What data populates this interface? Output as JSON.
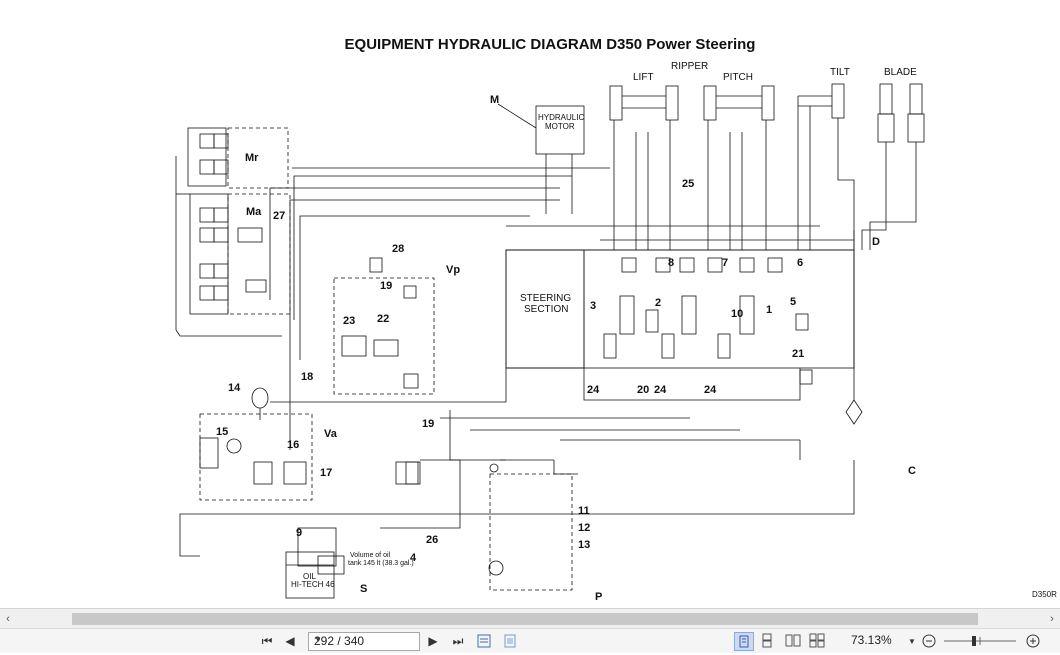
{
  "document": {
    "title": "EQUIPMENT HYDRAULIC DIAGRAM D350 Power Steering",
    "figure_code": "D350R",
    "labels": {
      "ripper": "RIPPER",
      "lift": "LIFT",
      "pitch": "PITCH",
      "tilt": "TILT",
      "blade": "BLADE",
      "m": "M",
      "hydraulic_motor_1": "HYDRAULIC",
      "hydraulic_motor_2": "MOTOR",
      "mr": "Mr",
      "ma": "Ma",
      "vp": "Vp",
      "va": "Va",
      "d": "D",
      "c": "C",
      "s": "S",
      "p": "P",
      "steering_1": "STEERING",
      "steering_2": "SECTION",
      "oil_1": "OIL",
      "oil_2": "HI-TECH 46",
      "tank_1": "Volume of oil",
      "tank_2": "tank 145 lt (38.3 gal.)"
    },
    "callouts": [
      "1",
      "2",
      "3",
      "4",
      "5",
      "6",
      "7",
      "8",
      "9",
      "10",
      "11",
      "12",
      "13",
      "14",
      "15",
      "16",
      "17",
      "18",
      "19",
      "19",
      "20",
      "21",
      "22",
      "23",
      "24",
      "24",
      "24",
      "25",
      "26",
      "27",
      "28"
    ]
  },
  "toolbar": {
    "first_page_icon": "first-page-icon",
    "prev_page_icon": "prev-page-icon",
    "page_indicator": "292 / 340",
    "next_page_icon": "next-page-icon",
    "last_page_icon": "last-page-icon",
    "zoom_value": "73.13%"
  },
  "scrollbar": {
    "left_icon": "scroll-left-icon",
    "right_icon": "scroll-right-icon"
  },
  "colors": {
    "toolbar_bg": "#f5f5f5",
    "active_view": "#cdd9f0",
    "line": "#111111"
  }
}
